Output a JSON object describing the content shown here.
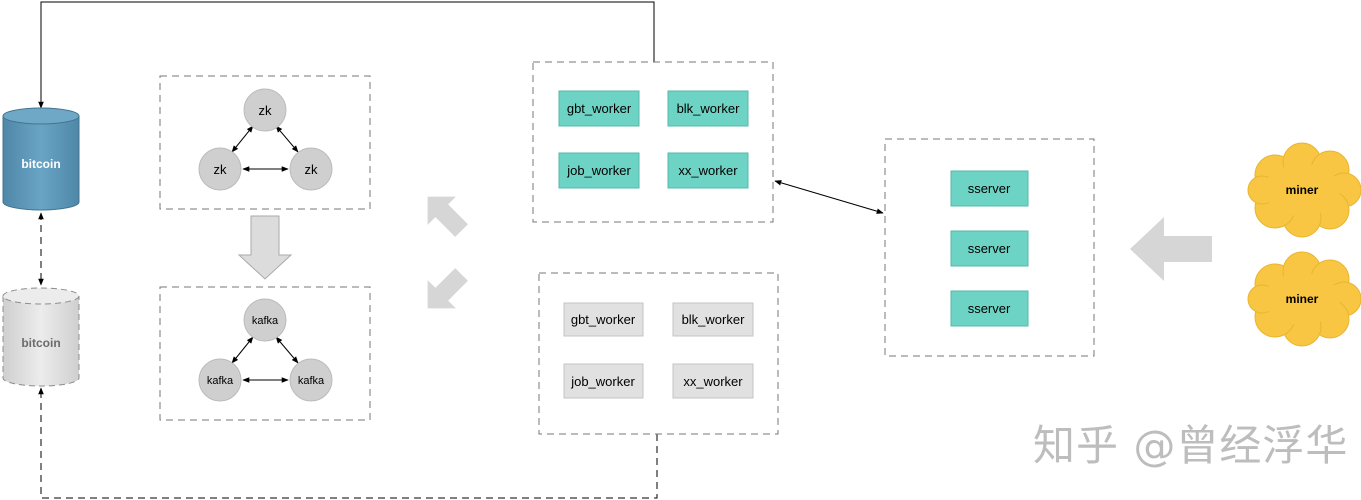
{
  "bitcoin_primary": {
    "label": "bitcoin",
    "color": "#5b95b6"
  },
  "bitcoin_standby": {
    "label": "bitcoin",
    "color": "#dedede"
  },
  "zookeeper_cluster": {
    "nodes": [
      "zk",
      "zk",
      "zk"
    ]
  },
  "kafka_cluster": {
    "nodes": [
      "kafka",
      "kafka",
      "kafka"
    ]
  },
  "workers_active": {
    "color": "#6dd3c4",
    "items": [
      "gbt_worker",
      "blk_worker",
      "job_worker",
      "xx_worker"
    ]
  },
  "workers_standby": {
    "color": "#e1e1e1",
    "items": [
      "gbt_worker",
      "blk_worker",
      "job_worker",
      "xx_worker"
    ]
  },
  "sservers": {
    "color": "#6dd3c4",
    "items": [
      "sserver",
      "sserver",
      "sserver"
    ]
  },
  "miners": {
    "color": "#f8c642",
    "items": [
      "miner",
      "miner"
    ]
  },
  "watermark": "知乎 @曾经浮华"
}
